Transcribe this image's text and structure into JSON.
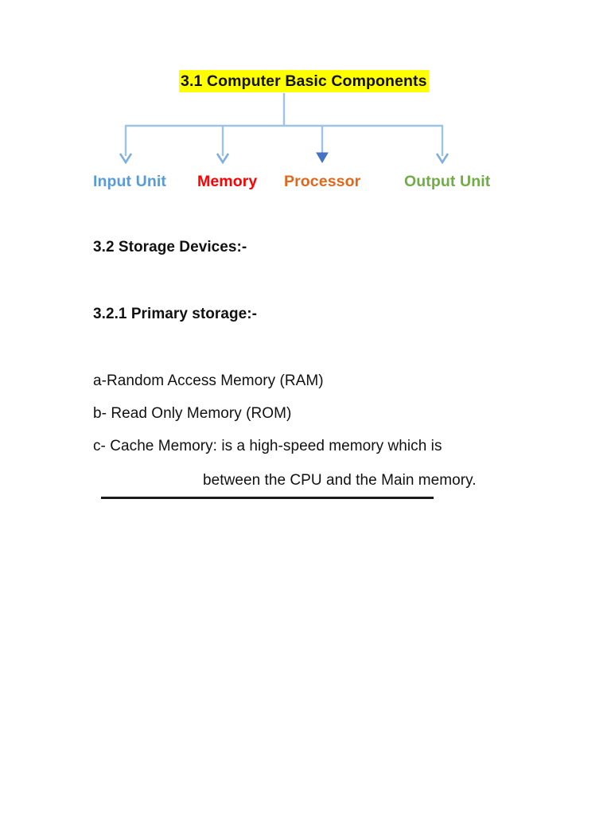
{
  "document": {
    "diagram": {
      "title": "3.1 Computer Basic Components",
      "title_highlight_color": "#FFFF00",
      "connector_color": "#9DC3E6",
      "arrow_fill_color": "#4472C4",
      "nodes": [
        {
          "label": "Input Unit",
          "color": "#5B9BD5",
          "arrow_style": "open"
        },
        {
          "label": "Memory",
          "color": "#FF0000",
          "arrow_style": "open"
        },
        {
          "label": "Processor",
          "color": "#E0671C",
          "arrow_style": "filled"
        },
        {
          "label": "Output Unit",
          "color": "#70AD47",
          "arrow_style": "open"
        }
      ]
    },
    "sections": {
      "storage_devices_heading": "3.2 Storage Devices:-",
      "primary_storage_heading": "3.2.1 Primary storage:-",
      "items": [
        "a-Random Access Memory (RAM)",
        "b- Read Only Memory (ROM)",
        "c- Cache Memory: is a high-speed memory which is",
        "between the CPU and the Main memory."
      ]
    },
    "rule_color": "#1A1A1A"
  }
}
